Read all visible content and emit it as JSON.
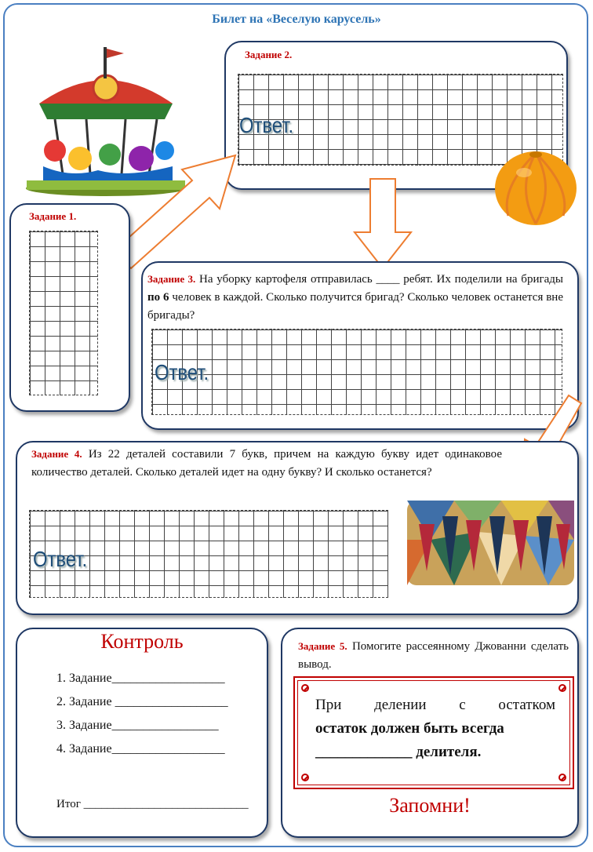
{
  "ticket": {
    "title": "Билет на «Веселую карусель»"
  },
  "task1": {
    "label": "Задание 1."
  },
  "task2": {
    "label": "Задание 2.",
    "answer": "Ответ."
  },
  "task3": {
    "label": "Задание 3.",
    "text": "На уборку картофеля отправилась ____ ребят. Их поделили на бригады",
    "bold": "по 6",
    "text2": "человек в каждой. Сколько получится бригад? Сколько человек останется вне бригады?",
    "answer": "Ответ."
  },
  "task4": {
    "label": "Задание 4.",
    "text": "Из 22 деталей составили 7 букв, причем на каждую букву идет одинаковое количество деталей. Сколько деталей идет на одну букву? И сколько останется?",
    "answer": "Ответ."
  },
  "kontrol": {
    "title": "Контроль",
    "items": [
      "1. Задание__________________",
      "2. Задание __________________",
      "3. Задание_________________",
      "4. Задание__________________"
    ],
    "itog": "Итог ____________________________"
  },
  "task5": {
    "label": "Задание 5.",
    "text": "Помогите рассеянному Джованни сделать вывод.",
    "rule_plain": "При делении с остатком",
    "rule_bold": "остаток должен быть всегда",
    "rule_end": "_____________ делителя.",
    "remember": "Запомни!"
  },
  "colors": {
    "frame": "#4a7fc1",
    "title": "#2e74b5",
    "accent": "#c00000",
    "box_border": "#1f3864"
  },
  "icons": [
    "carousel-illustration",
    "tangerine-illustration",
    "mosaic-letters-illustration",
    "arrow-up-right-icon",
    "arrow-down-icon",
    "arrow-down-left-icon"
  ]
}
